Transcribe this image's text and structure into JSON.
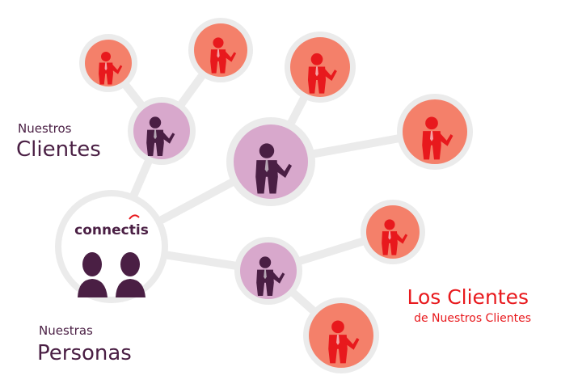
{
  "labels": {
    "clientes_small": "Nuestros",
    "clientes_big": "Clientes",
    "personas_small": "Nuestras",
    "personas_big": "Personas",
    "end_big": "Los Clientes",
    "end_small": "de Nuestros Clientes"
  },
  "logo": {
    "text": "connectis"
  },
  "colors": {
    "accent_red": "#e8191d",
    "dark_purple": "#4a1f44",
    "purple_fill": "#d8a8cc",
    "salmon_fill": "#f4806a",
    "ring": "#ebebeb",
    "edge": "#ebebeb"
  }
}
